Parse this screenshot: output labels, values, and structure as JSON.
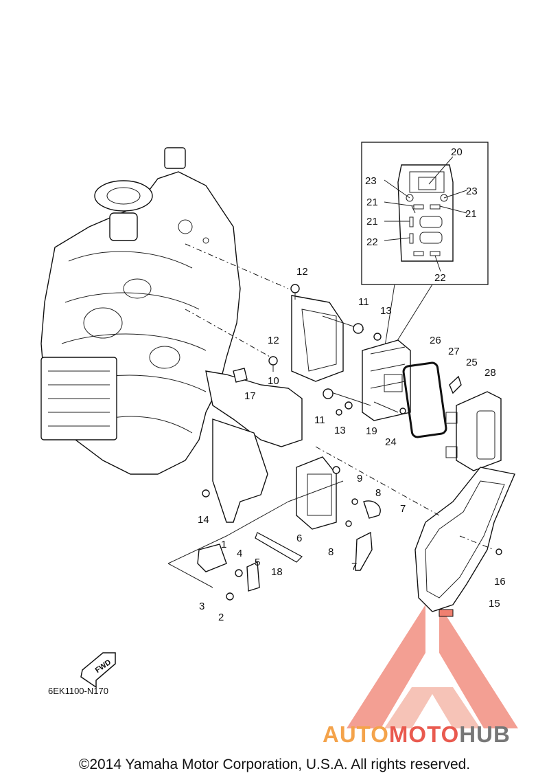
{
  "diagram": {
    "part_code": "6EK1100-N170",
    "fwd_label": "FWD",
    "callouts": [
      "1",
      "2",
      "3",
      "4",
      "5",
      "6",
      "7",
      "7",
      "8",
      "8",
      "9",
      "10",
      "11",
      "11",
      "12",
      "12",
      "13",
      "13",
      "14",
      "15",
      "16",
      "17",
      "18",
      "19",
      "20",
      "21",
      "21",
      "21",
      "22",
      "22",
      "23",
      "23",
      "24",
      "25",
      "26",
      "27",
      "28"
    ]
  },
  "watermark": {
    "auto": "AUTO",
    "moto": "MOTO",
    "hub": "HUB",
    "colors": {
      "auto": "#f4a34b",
      "moto": "#e95a4f",
      "hub": "#777777",
      "triangle": "#f08070"
    }
  },
  "footer": {
    "copyright": "©2014 Yamaha Motor Corporation, U.S.A. All rights reserved."
  }
}
